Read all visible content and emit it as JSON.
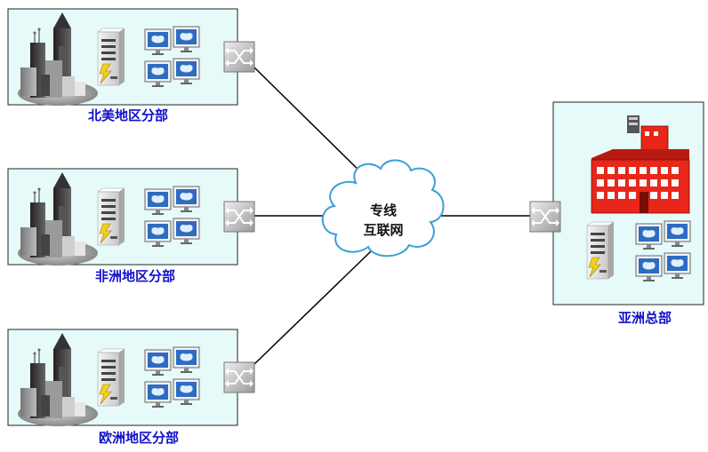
{
  "cloud": {
    "line1": "专线",
    "line2": "互联网"
  },
  "branches": [
    {
      "label": "北美地区分部"
    },
    {
      "label": "非洲地区分部"
    },
    {
      "label": "欧洲地区分部"
    }
  ],
  "hq": {
    "label": "亚洲总部"
  },
  "colors": {
    "panel_fill": "#e6fafa",
    "label_text": "#1010cc",
    "building_red": "#e8261a",
    "screen_blue": "#2f6bc0",
    "link_line": "#000000"
  },
  "icons": [
    "office-towers-icon",
    "server-icon",
    "monitor-icon",
    "switch-icon",
    "cloud-icon",
    "headquarters-building-icon"
  ]
}
